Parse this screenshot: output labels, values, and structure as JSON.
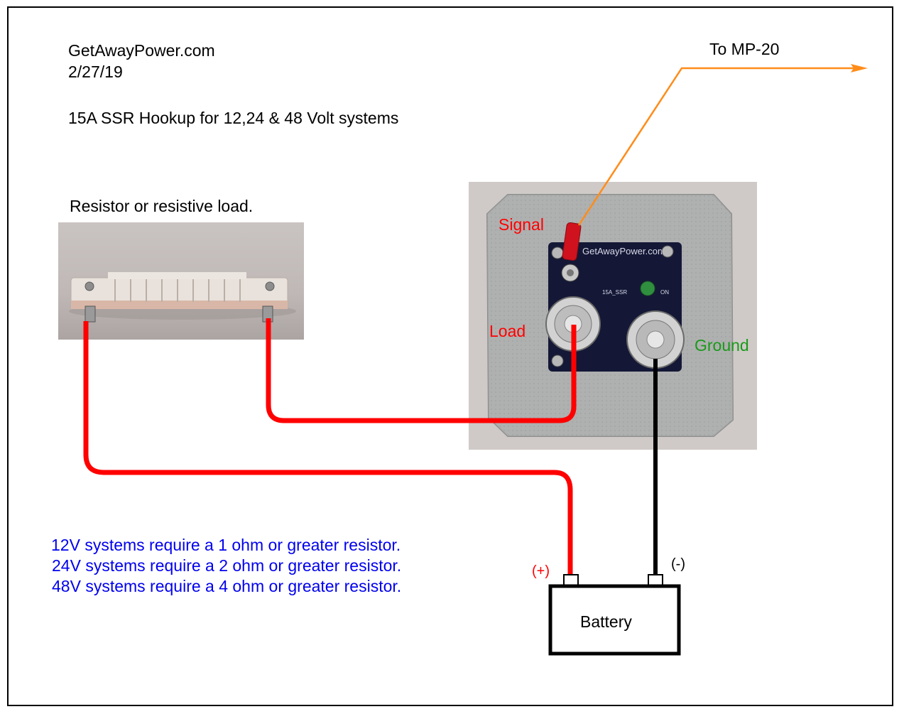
{
  "header": {
    "site": "GetAwayPower.com",
    "date": "2/27/19",
    "title": "15A SSR Hookup for 12,24 & 48 Volt systems"
  },
  "resistor": {
    "caption": "Resistor or resistive load."
  },
  "ssr": {
    "board_text": "GetAwayPower.com",
    "chip_label": "15A_SSR",
    "led_label": "ON",
    "labels": {
      "signal": "Signal",
      "load": "Load",
      "ground": "Ground"
    }
  },
  "signal_target": {
    "label": "To MP-20"
  },
  "battery": {
    "label": "Battery",
    "positive": "(+)",
    "negative": "(-)"
  },
  "notes": [
    "12V systems require a 1 ohm or greater resistor.",
    "24V systems require a 2 ohm or greater resistor.",
    "48V systems require a 4 ohm or greater resistor."
  ],
  "colors": {
    "wire_red": "#ff0000",
    "wire_black": "#000000",
    "wire_orange": "#ff8c1a",
    "label_red": "#ff0000",
    "label_green": "#1a9a1a",
    "note_blue": "#0000ee"
  }
}
